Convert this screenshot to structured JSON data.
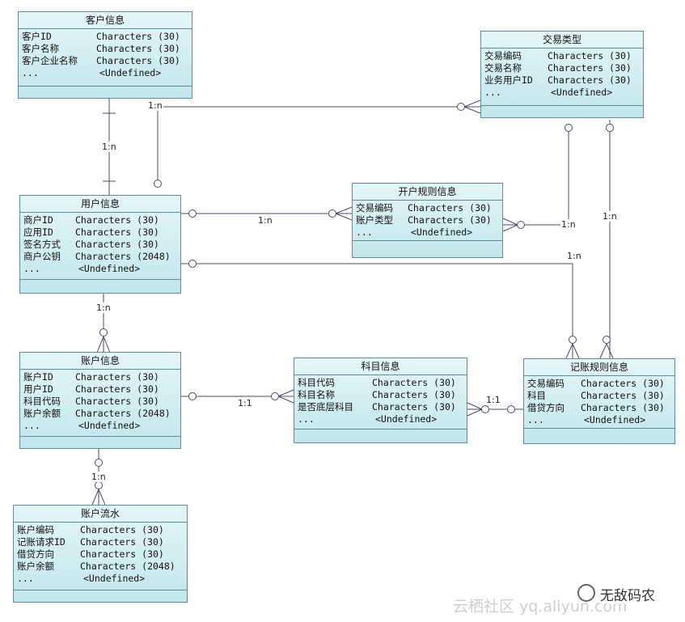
{
  "entities": {
    "customer": {
      "title": "客户信息",
      "rows": [
        {
          "name": "客户ID",
          "type": "Characters (30)"
        },
        {
          "name": "客户名称",
          "type": "Characters (30)"
        },
        {
          "name": "客户企业名称",
          "type": "Characters (30)"
        },
        {
          "name": "...",
          "type": "<Undefined>"
        }
      ]
    },
    "txn_type": {
      "title": "交易类型",
      "rows": [
        {
          "name": "交易编码",
          "type": "Characters (30)"
        },
        {
          "name": "交易名称",
          "type": "Characters (30)"
        },
        {
          "name": "业务用户ID",
          "type": "Characters (30)"
        },
        {
          "name": "...",
          "type": "<Undefined>"
        }
      ]
    },
    "user": {
      "title": "用户信息",
      "rows": [
        {
          "name": "商户ID",
          "type": "Characters (30)"
        },
        {
          "name": "应用ID",
          "type": "Characters (30)"
        },
        {
          "name": "签名方式",
          "type": "Characters (30)"
        },
        {
          "name": "商户公钥",
          "type": "Characters (2048)"
        },
        {
          "name": "...",
          "type": "<Undefined>"
        }
      ]
    },
    "open_rule": {
      "title": "开户规则信息",
      "rows": [
        {
          "name": "交易编码",
          "type": "Characters (30)"
        },
        {
          "name": "账户类型",
          "type": "Characters (30)"
        },
        {
          "name": "...",
          "type": "<Undefined>"
        }
      ]
    },
    "account": {
      "title": "账户信息",
      "rows": [
        {
          "name": "账户ID",
          "type": "Characters (30)"
        },
        {
          "name": "用户ID",
          "type": "Characters (30)"
        },
        {
          "name": "科目代码",
          "type": "Characters (30)"
        },
        {
          "name": "账户余额",
          "type": "Characters (2048)"
        },
        {
          "name": "...",
          "type": "<Undefined>"
        }
      ]
    },
    "subject": {
      "title": "科目信息",
      "rows": [
        {
          "name": "科目代码",
          "type": "Characters (30)"
        },
        {
          "name": "科目名称",
          "type": "Characters (30)"
        },
        {
          "name": "是否底层科目",
          "type": "Characters (30)"
        },
        {
          "name": "...",
          "type": "<Undefined>"
        }
      ]
    },
    "booking_rule": {
      "title": "记账规则信息",
      "rows": [
        {
          "name": "交易编码",
          "type": "Characters (30)"
        },
        {
          "name": "科目",
          "type": "Characters (30)"
        },
        {
          "name": "借贷方向",
          "type": "Characters (30)"
        },
        {
          "name": "...",
          "type": "<Undefined>"
        }
      ]
    },
    "ledger": {
      "title": "账户流水",
      "rows": [
        {
          "name": "账户编码",
          "type": "Characters (30)"
        },
        {
          "name": "记账请求ID",
          "type": "Characters (30)"
        },
        {
          "name": "借贷方向",
          "type": "Characters (30)"
        },
        {
          "name": "账户余额",
          "type": "Characters (2048)"
        },
        {
          "name": "...",
          "type": "<Undefined>"
        }
      ]
    }
  },
  "cardinalities": {
    "customer_user_left": "1:n",
    "customer_txn": "1:n",
    "user_openrule": "1:n",
    "openrule_txn": "1:n",
    "txn_booking": "1:n",
    "user_booking": "1:n",
    "user_account": "1:n",
    "account_subject": "1:1",
    "subject_booking": "1:1",
    "account_ledger": "1:n"
  },
  "watermark": {
    "left": "云栖社区 yq.aliyun.com",
    "right": "无敌码农"
  },
  "colors": {
    "entity_border": "#5f8d97",
    "entity_fill": "#c1e6eb",
    "line": "#4a4a72"
  }
}
